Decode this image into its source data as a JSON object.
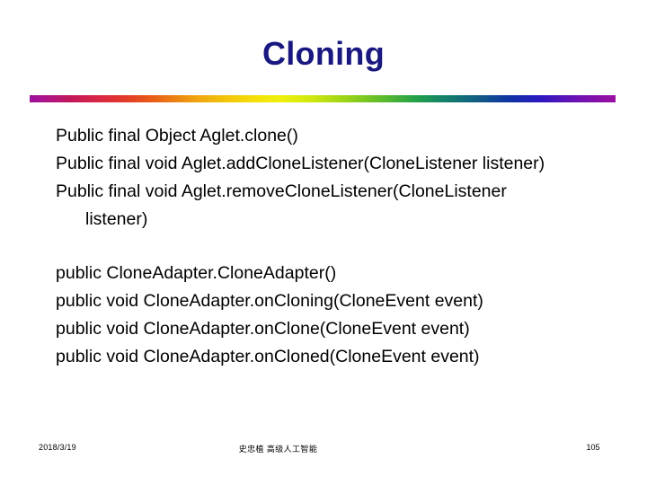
{
  "slide": {
    "title": "Cloning",
    "title_color": "#181880",
    "background_color": "#ffffff",
    "divider": {
      "name": "rainbow-gradient-rule",
      "colors": [
        "#9b0f9b",
        "#c2185b",
        "#e0322f",
        "#e85d16",
        "#f3c20c",
        "#f5e209",
        "#9ad318",
        "#22a04a",
        "#14806b",
        "#1033a5",
        "#2b18c0",
        "#9b0fa0"
      ]
    },
    "blocks": [
      {
        "id": "aglet-api",
        "lines": [
          {
            "text": "Public final Object Aglet.clone()",
            "continuation": false
          },
          {
            "text": "Public final void Aglet.addCloneListener(CloneListener listener)",
            "continuation": false
          },
          {
            "text": "Public final void Aglet.removeCloneListener(CloneListener",
            "continuation": false
          },
          {
            "text": "listener)",
            "continuation": true
          }
        ]
      },
      {
        "id": "cloneadapter-api",
        "lines": [
          {
            "text": "public CloneAdapter.CloneAdapter()",
            "continuation": false
          },
          {
            "text": "public void CloneAdapter.onCloning(CloneEvent event)",
            "continuation": false
          },
          {
            "text": "public void CloneAdapter.onClone(CloneEvent event)",
            "continuation": false
          },
          {
            "text": "public void CloneAdapter.onCloned(CloneEvent event)",
            "continuation": false
          }
        ]
      }
    ],
    "footer": {
      "date": "2018/3/19",
      "center": "史忠植  高级人工智能",
      "page_number": "105"
    }
  }
}
